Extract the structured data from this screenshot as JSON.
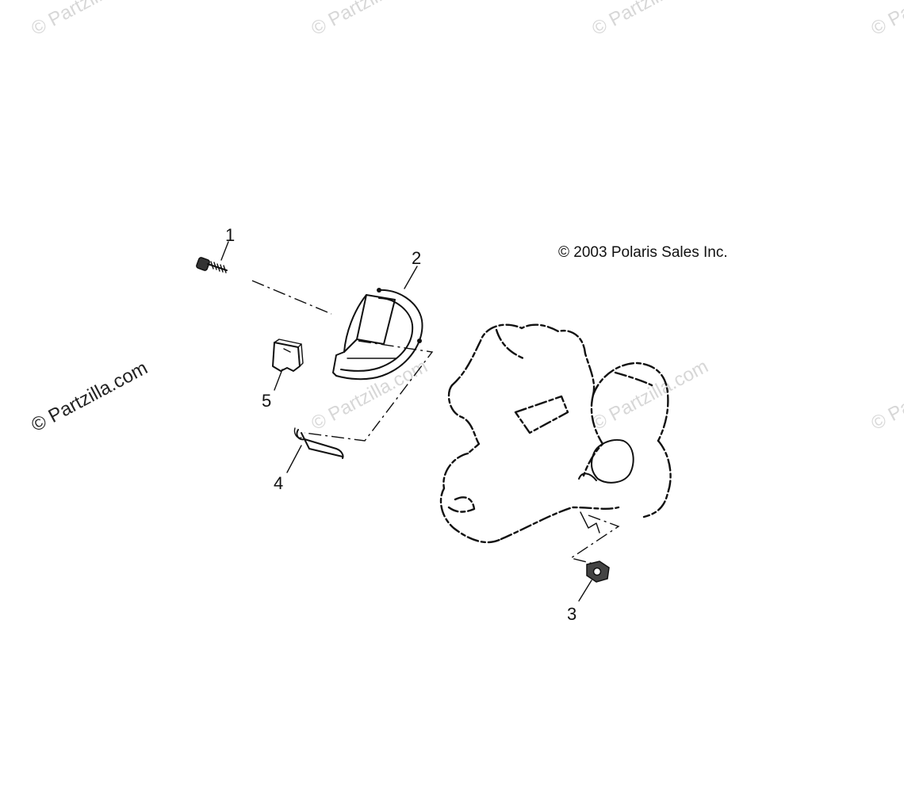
{
  "watermark": {
    "text": "© Partzilla.com",
    "color": "#d7d7d7",
    "left_color": "#222222"
  },
  "copyright": "© 2003 Polaris Sales Inc.",
  "callouts": [
    "1",
    "2",
    "3",
    "4",
    "5"
  ],
  "parts": [
    {
      "callout": "1",
      "icon": "bolt-icon"
    },
    {
      "callout": "2",
      "icon": "cover-icon"
    },
    {
      "callout": "3",
      "icon": "nut-icon"
    },
    {
      "callout": "4",
      "icon": "spring-clip-icon"
    },
    {
      "callout": "5",
      "icon": "bracket-icon"
    }
  ]
}
